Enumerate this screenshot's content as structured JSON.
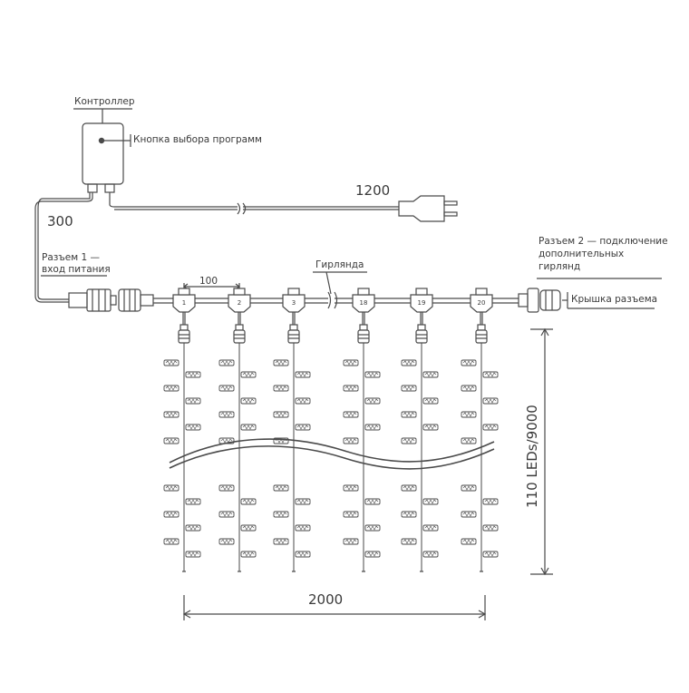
{
  "labels": {
    "controller": "Контроллер",
    "program_button": "Кнопка выбора программ",
    "connector1_line1": "Разъем 1 —",
    "connector1_line2": "вход питания",
    "garland": "Гирлянда",
    "connector2_line1": "Разъем 2 — подключение",
    "connector2_line2": "дополнительных",
    "connector2_line3": "гирлянд",
    "connector_cap": "Крышка разъема"
  },
  "dimensions": {
    "power_cable": "1200",
    "controller_cable": "300",
    "strand_spacing": "100",
    "total_width": "2000",
    "strand_height": "110 LEDs/9000"
  },
  "strands": [
    "1",
    "2",
    "3",
    "18",
    "19",
    "20"
  ],
  "colors": {
    "line": "#4a4a4a",
    "text": "#3a3a3a",
    "background": "#ffffff"
  }
}
